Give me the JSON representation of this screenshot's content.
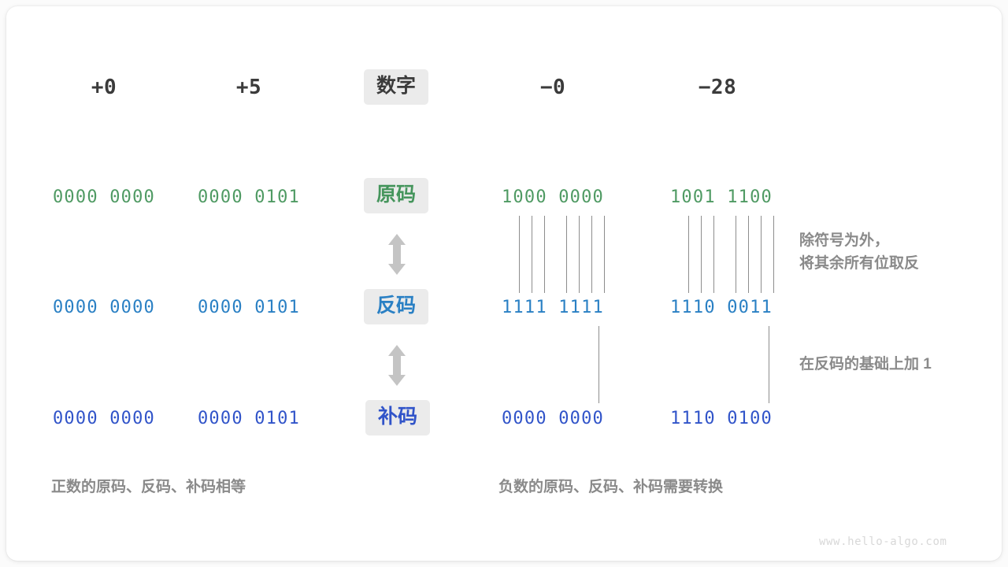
{
  "diagram": {
    "title_row": {
      "label": "数字",
      "columns": [
        {
          "id": "plus-zero",
          "value": "+0"
        },
        {
          "id": "plus-five",
          "value": "+5"
        },
        {
          "id": "minus-zero",
          "value": "−0"
        },
        {
          "id": "minus-28",
          "value": "−28"
        }
      ]
    },
    "rows": [
      {
        "id": "true-form",
        "label": "原码",
        "color": "#4f9a63",
        "badge_color": "#45955c",
        "values": {
          "plus-zero": "0000 0000",
          "plus-five": "0000 0101",
          "minus-zero": "1000 0000",
          "minus-28": "1001 1100"
        }
      },
      {
        "id": "ones-complement",
        "label": "反码",
        "color": "#2a80c4",
        "badge_color": "#2a80c4",
        "values": {
          "plus-zero": "0000 0000",
          "plus-five": "0000 0101",
          "minus-zero": "1111 1111",
          "minus-28": "1110 0011"
        }
      },
      {
        "id": "twos-complement",
        "label": "补码",
        "color": "#3154c9",
        "badge_color": "#3154c9",
        "values": {
          "plus-zero": "0000 0000",
          "plus-five": "0000 0101",
          "minus-zero": "0000 0000",
          "minus-28": "1110 0100"
        }
      }
    ],
    "annotations": [
      {
        "id": "invert-bits",
        "text": "除符号为外，\n将其余所有位取反"
      },
      {
        "id": "add-one",
        "text": "在反码的基础上加  1"
      }
    ],
    "captions": [
      {
        "id": "positive-caption",
        "text": "正数的原码、反码、补码相等"
      },
      {
        "id": "negative-caption",
        "text": "负数的原码、反码、补码需要转换"
      }
    ],
    "watermark": "www.hello-algo.com",
    "arrows": [
      {
        "id": "arrow-true-to-ones",
        "kind": "double-vertical-arrow"
      },
      {
        "id": "arrow-ones-to-twos",
        "kind": "double-vertical-arrow"
      }
    ]
  }
}
